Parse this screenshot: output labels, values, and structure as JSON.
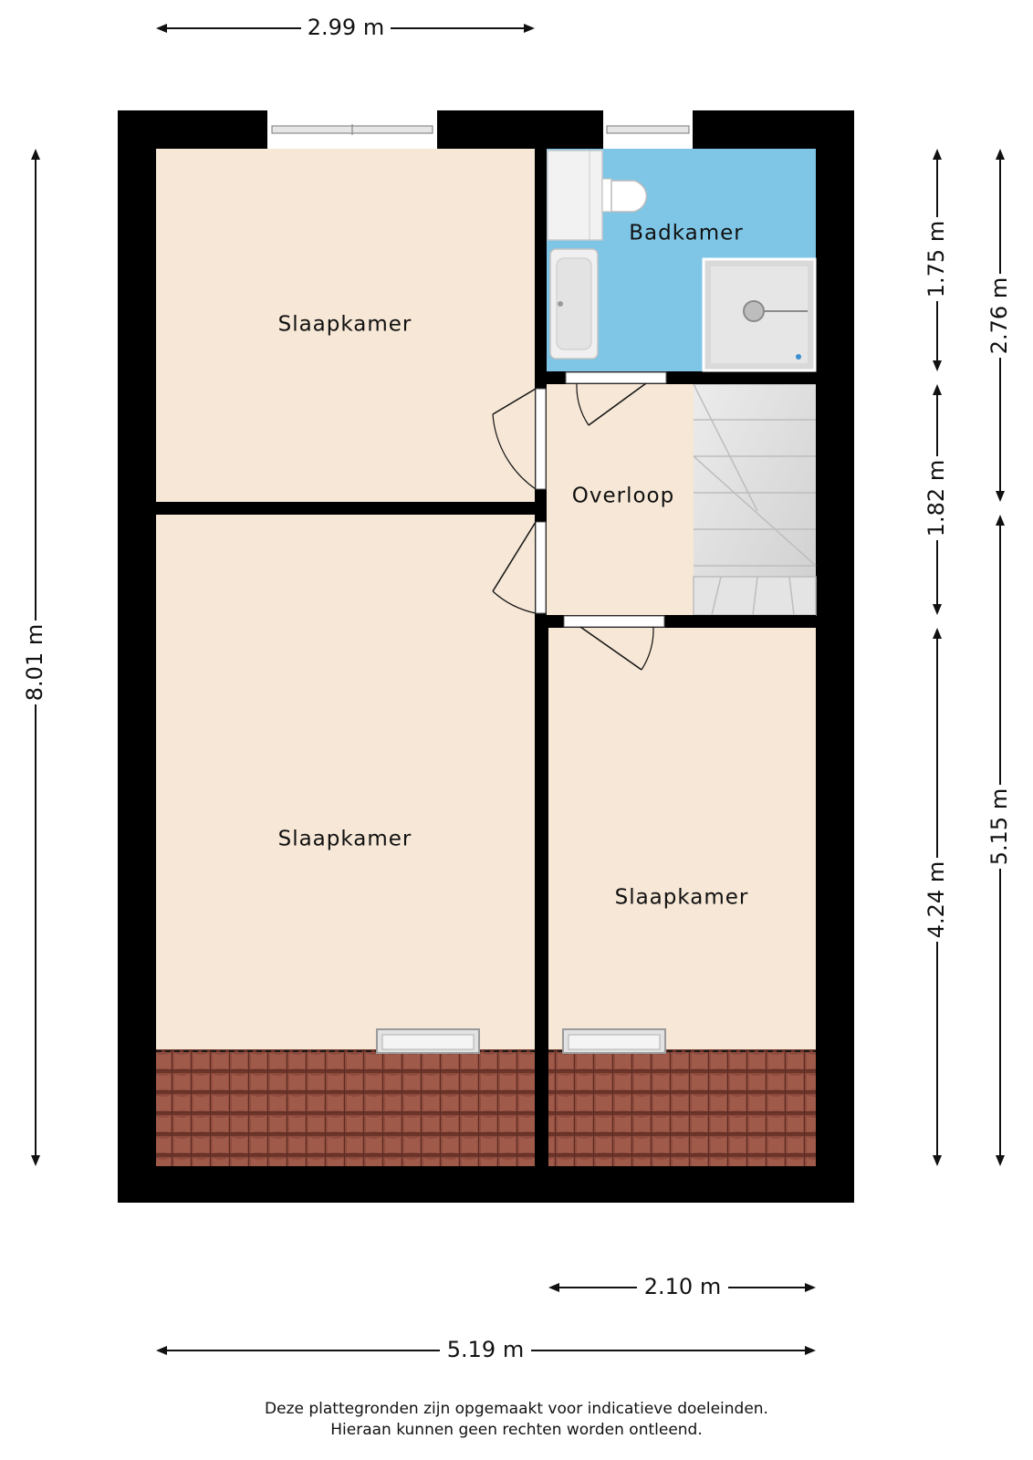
{
  "rooms": {
    "slaapkamer_top": "Slaapkamer",
    "badkamer": "Badkamer",
    "overloop": "Overloop",
    "slaapkamer_bottom_left": "Slaapkamer",
    "slaapkamer_bottom_right": "Slaapkamer"
  },
  "dimensions": {
    "top_width": "2.99 m",
    "left_height": "8.01 m",
    "right_badkamer": "1.75 m",
    "right_upper_total": "2.76 m",
    "right_overloop": "1.82 m",
    "right_lower_total": "5.15 m",
    "right_slaapkamer": "4.24 m",
    "bottom_partial": "2.10 m",
    "bottom_total": "5.19 m"
  },
  "disclaimer": {
    "line1": "Deze plattegronden zijn opgemaakt voor indicatieve doeleinden.",
    "line2": "Hieraan kunnen geen rechten worden ontleend."
  },
  "colors": {
    "wall": "#000000",
    "room_floor": "#f6e7d6",
    "bathroom": "#7fc6e6",
    "roof_tiles": "#8e4b3d",
    "stairs": "#d8d8d8"
  }
}
